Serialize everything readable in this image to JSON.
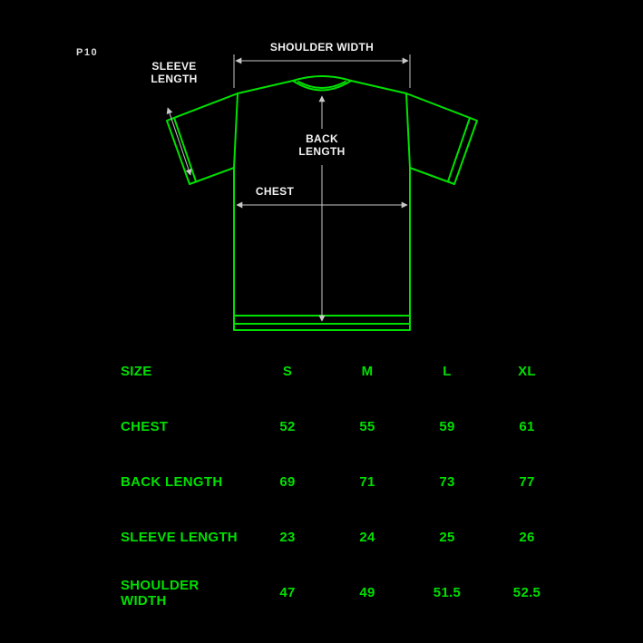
{
  "page": {
    "code_label": "P10",
    "background_color": "#000000"
  },
  "diagram": {
    "shirt_color": "#00e000",
    "dimension_line_color": "#c8c8c8",
    "label_text_color": "#f2f2f2",
    "labels": {
      "shoulder_width": "SHOULDER WIDTH",
      "sleeve_line1": "SLEEVE",
      "sleeve_line2": "LENGTH",
      "back_line1": "BACK",
      "back_line2": "LENGTH",
      "chest": "CHEST"
    }
  },
  "chart_data": {
    "type": "table",
    "columns": [
      "SIZE",
      "S",
      "M",
      "L",
      "XL"
    ],
    "rows": [
      {
        "label": "CHEST",
        "values": [
          52,
          55,
          59,
          61
        ]
      },
      {
        "label": "BACK LENGTH",
        "values": [
          69,
          71,
          73,
          77
        ]
      },
      {
        "label": "SLEEVE LENGTH",
        "values": [
          23,
          24,
          25,
          26
        ]
      },
      {
        "label": "SHOULDER WIDTH",
        "values": [
          47,
          49,
          51.5,
          52.5
        ]
      }
    ],
    "text_color": "#00e000"
  }
}
